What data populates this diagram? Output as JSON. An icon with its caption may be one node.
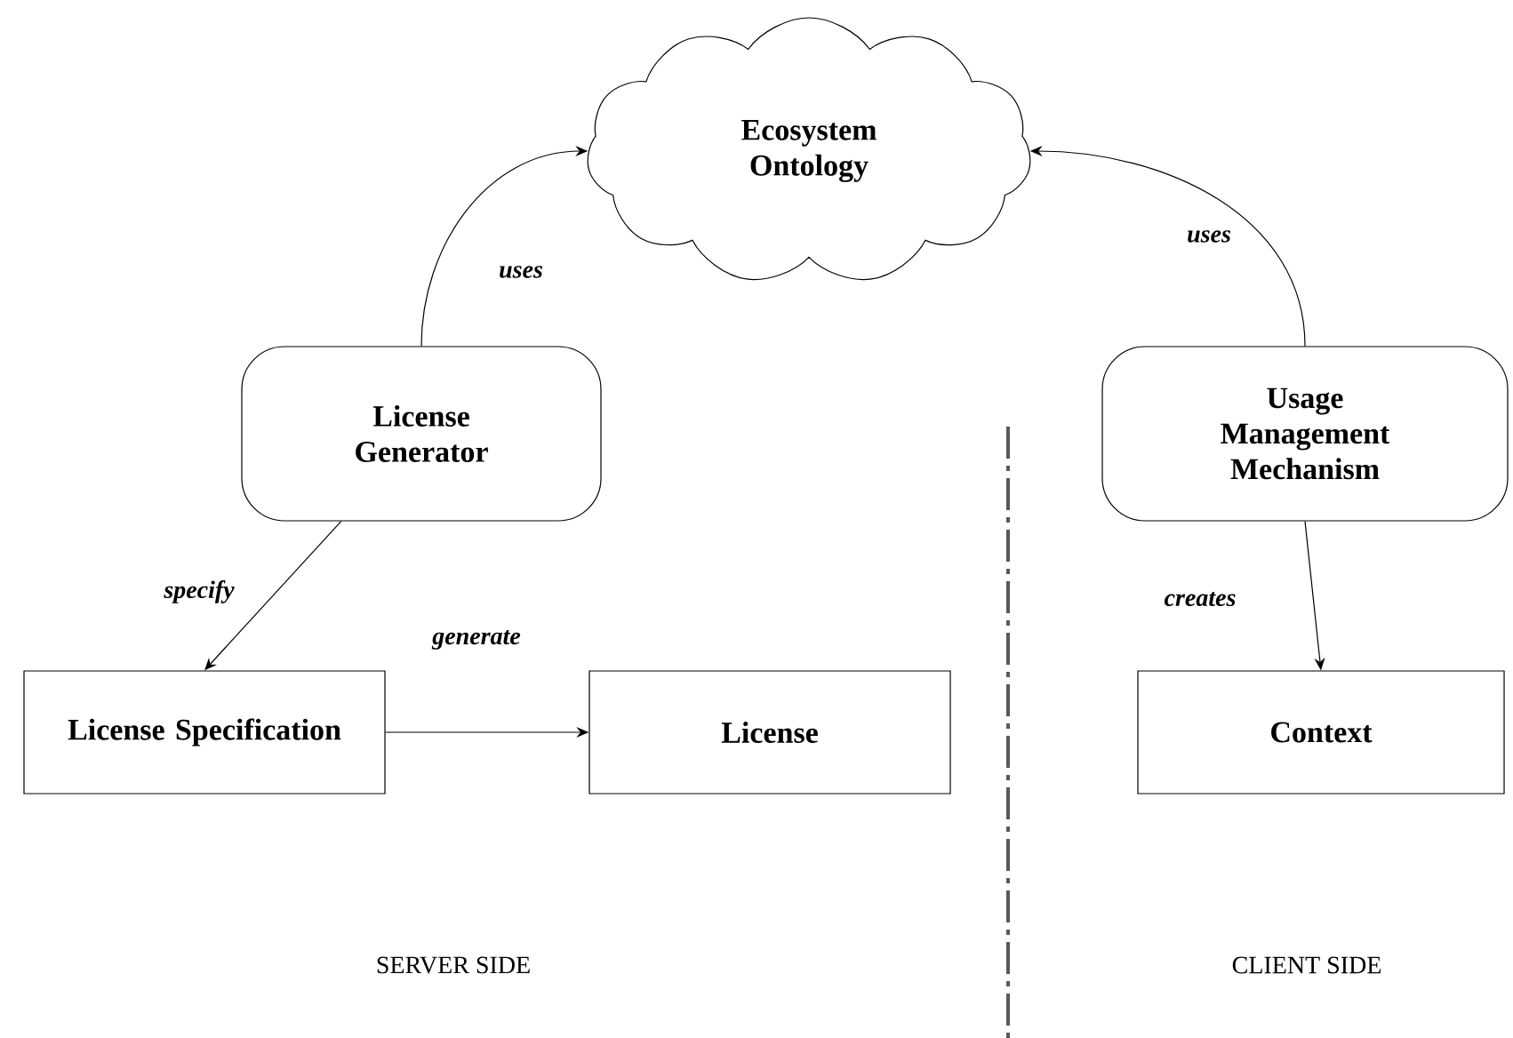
{
  "diagram": {
    "nodes": [
      {
        "text": [
          "Ecosystem Ontology"
        ]
      },
      {
        "text": [
          "License Generator"
        ]
      },
      {
        "text": [
          "Usage Management Mechanism"
        ]
      },
      {
        "text": [
          "License Specification"
        ]
      },
      {
        "text": [
          "License"
        ]
      },
      {
        "text": [
          "Context"
        ]
      }
    ],
    "edges": [
      {
        "from": 1,
        "to": 0,
        "arrow": "to",
        "label": "uses"
      },
      {
        "from": 2,
        "to": 0,
        "arrow": "to",
        "label": "uses"
      },
      {
        "from": 1,
        "to": 3,
        "arrow": "to",
        "label": "specify"
      },
      {
        "from": 3,
        "to": 4,
        "arrow": "to",
        "label": "generate"
      },
      {
        "from": 2,
        "to": 5,
        "arrow": "to",
        "label": "creates"
      }
    ],
    "labels": [
      "SERVER SIDE",
      "CLIENT SIDE"
    ]
  }
}
